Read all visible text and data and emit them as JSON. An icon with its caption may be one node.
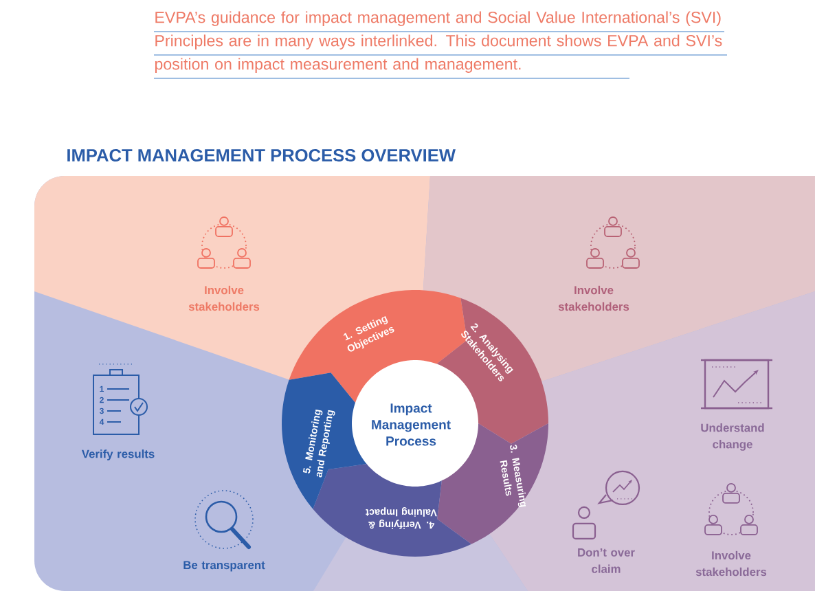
{
  "diagram": {
    "title": "IMPACT MANAGEMENT PROCESS OVERVIEW",
    "nodes": [
      {
        "text": [
          "Impact Management Process"
        ]
      },
      {
        "text": [
          "1. Setting Objectives"
        ]
      },
      {
        "text": [
          "2. Analysing Stakeholders"
        ]
      },
      {
        "text": [
          "3. Measuring Results"
        ]
      },
      {
        "text": [
          "4. Verifying & Valuing Impact"
        ]
      },
      {
        "text": [
          "5. Monitoring and Reporting"
        ]
      }
    ],
    "labels": [
      "EVPA’s guidance for impact management and Social Value International’s (SVI) Principles are in many ways interlinked. This document shows EVPA and SVI’s position on impact measurement and management.",
      "Involve stakeholders",
      "Involve stakeholders",
      "1",
      "2",
      "3",
      "4",
      "Verify results",
      "Understand change",
      "Be transparent",
      "Don’t over claim",
      "Involve stakeholders"
    ]
  }
}
